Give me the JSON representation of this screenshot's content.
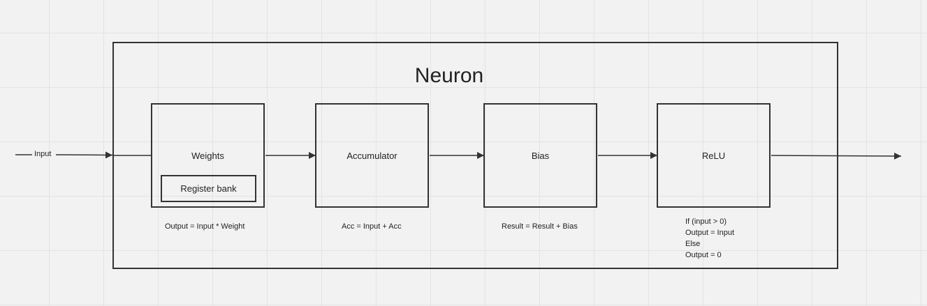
{
  "diagram": {
    "title": "Neuron",
    "input_label": "Input",
    "blocks": [
      {
        "label": "Weights",
        "sub_label": "Register bank",
        "note": "Output = Input * Weight"
      },
      {
        "label": "Accumulator",
        "note": "Acc = Input + Acc"
      },
      {
        "label": "Bias",
        "note": "Result = Result + Bias"
      },
      {
        "label": "ReLU",
        "note_lines": [
          "If (input > 0)",
          "Output = Input",
          "Else",
          "Output = 0"
        ]
      }
    ]
  }
}
